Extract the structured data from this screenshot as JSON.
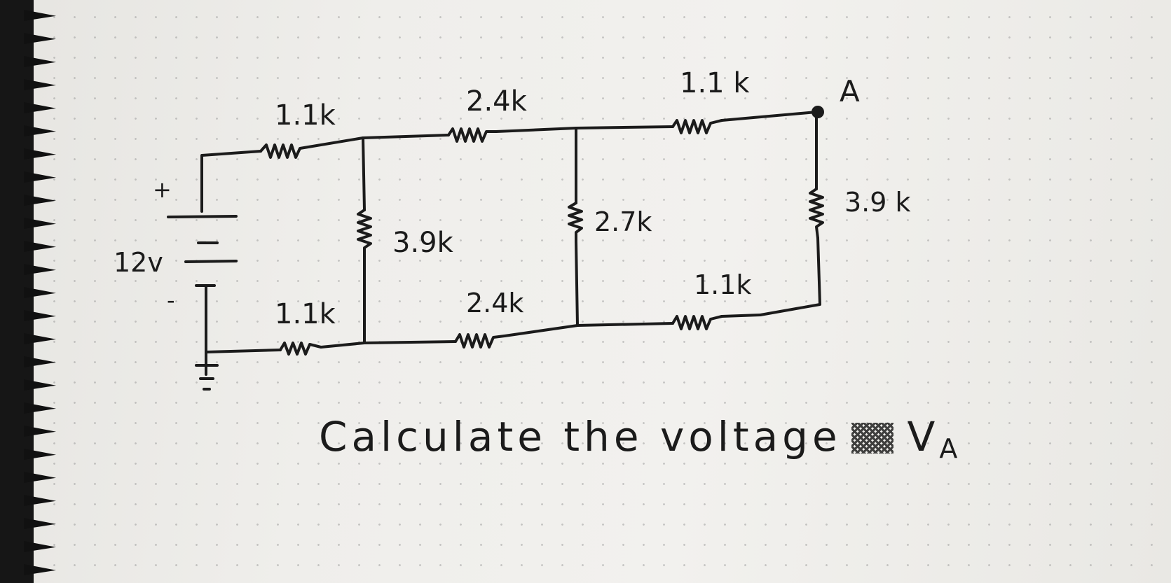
{
  "circuit": {
    "labels": {
      "top_r1": "1.1k",
      "top_r2": "2.4k",
      "top_r3": "1.1 k",
      "node": "A",
      "right_r": "3.9 k",
      "shunt1": "3.9k",
      "shunt2": "2.7k",
      "bot_r1": "1.1k",
      "bot_r2": "2.4k",
      "bot_r3": "1.1k",
      "source_value": "12v",
      "plus": "+",
      "minus_top": "-",
      "minus_bottom": "-"
    }
  },
  "caption": {
    "text": "Calculate the voltage",
    "target_main": "V",
    "target_sub": "A"
  }
}
